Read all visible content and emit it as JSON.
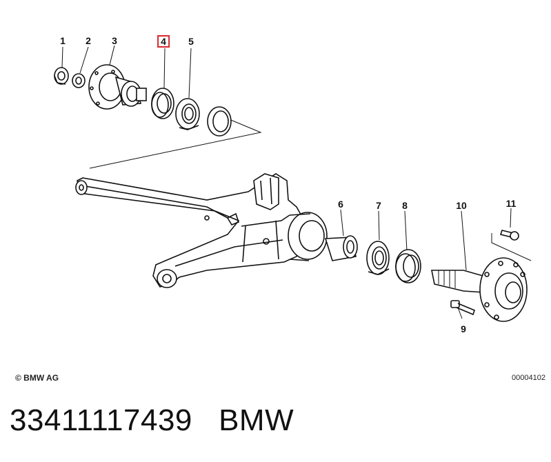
{
  "callouts": [
    {
      "id": "1",
      "label": "1",
      "highlighted": false
    },
    {
      "id": "2",
      "label": "2",
      "highlighted": false
    },
    {
      "id": "3",
      "label": "3",
      "highlighted": false
    },
    {
      "id": "4",
      "label": "4",
      "highlighted": true
    },
    {
      "id": "5",
      "label": "5",
      "highlighted": false
    },
    {
      "id": "6",
      "label": "6",
      "highlighted": false
    },
    {
      "id": "7",
      "label": "7",
      "highlighted": false
    },
    {
      "id": "8",
      "label": "8",
      "highlighted": false
    },
    {
      "id": "9",
      "label": "9",
      "highlighted": false
    },
    {
      "id": "10",
      "label": "10",
      "highlighted": false
    },
    {
      "id": "11",
      "label": "11",
      "highlighted": false
    }
  ],
  "copyright": "© BMW AG",
  "diagram_number": "00004102",
  "footer": {
    "part_number": "33411117439",
    "brand": "BMW"
  },
  "colors": {
    "highlight": "#d9262c",
    "line": "#111111",
    "background": "#ffffff"
  }
}
